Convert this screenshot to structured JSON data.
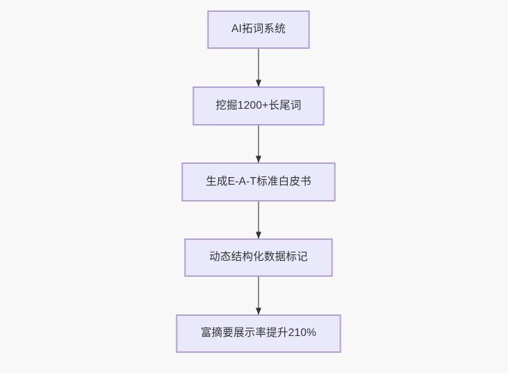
{
  "diagram": {
    "type": "flowchart",
    "direction": "top-to-bottom",
    "background_color": "#f8f8f8",
    "node_fill_color": "#eae8fb",
    "node_border_color": "#b39ddb",
    "node_text_color": "#333333",
    "connector_color": "#888888",
    "arrowhead_color": "#333333",
    "nodes": [
      {
        "id": "n1",
        "label": "AI拓词系统"
      },
      {
        "id": "n2",
        "label": "挖掘1200+长尾词"
      },
      {
        "id": "n3",
        "label": "生成E-A-T标准白皮书"
      },
      {
        "id": "n4",
        "label": "动态结构化数据标记"
      },
      {
        "id": "n5",
        "label": "富摘要展示率提升210%"
      }
    ],
    "edges": [
      {
        "from": "n1",
        "to": "n2",
        "label": ""
      },
      {
        "from": "n2",
        "to": "n3",
        "label": ""
      },
      {
        "from": "n3",
        "to": "n4",
        "label": ""
      },
      {
        "from": "n4",
        "to": "n5",
        "label": ""
      }
    ]
  }
}
